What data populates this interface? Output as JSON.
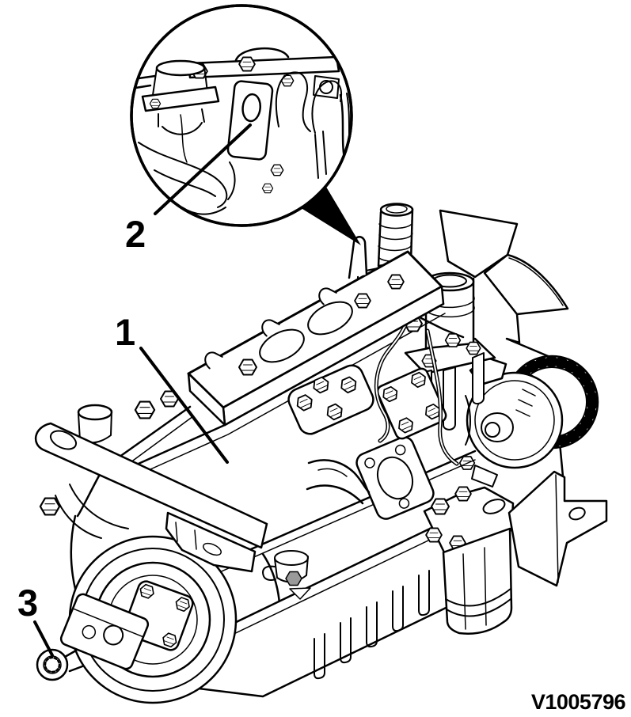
{
  "figure": {
    "type": "engine-parts-illustration",
    "callouts": [
      {
        "label": "1"
      },
      {
        "label": "2"
      },
      {
        "label": "3"
      }
    ],
    "reference_code": "V1005796",
    "colors": {
      "line": "#000000",
      "background": "#ffffff",
      "shade": "#9a9a9a"
    }
  }
}
